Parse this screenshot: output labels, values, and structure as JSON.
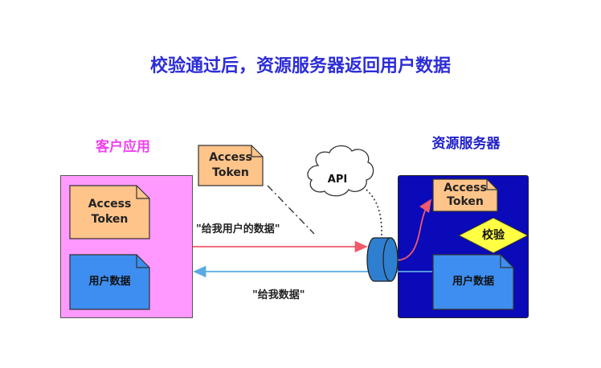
{
  "title": "校验通过后，资源服务器返回用户数据",
  "client": {
    "label": "客户应用",
    "token_note": "Access\nToken",
    "data_note": "用户数据"
  },
  "server": {
    "label": "资源服务器",
    "token_note": "Access\nToken",
    "verify_label": "校验",
    "data_note": "用户数据"
  },
  "floating_token_note": "Access\nToken",
  "api_cloud": "API",
  "request_message": "\"给我用户的数据\"",
  "response_message": "\"给我数据\"",
  "colors": {
    "title": "#2d2dd8",
    "client_label": "#f040f0",
    "server_label": "#2020c8",
    "client_panel": "#ff99ff",
    "server_panel": "#0a0ab8",
    "token_note": "#ffc48a",
    "data_note": "#3d8ef0",
    "verify_diamond": "#ffff44",
    "request_arrow": "#f05a6a",
    "response_arrow": "#5aaae0",
    "connector": "#2f7fd0"
  }
}
